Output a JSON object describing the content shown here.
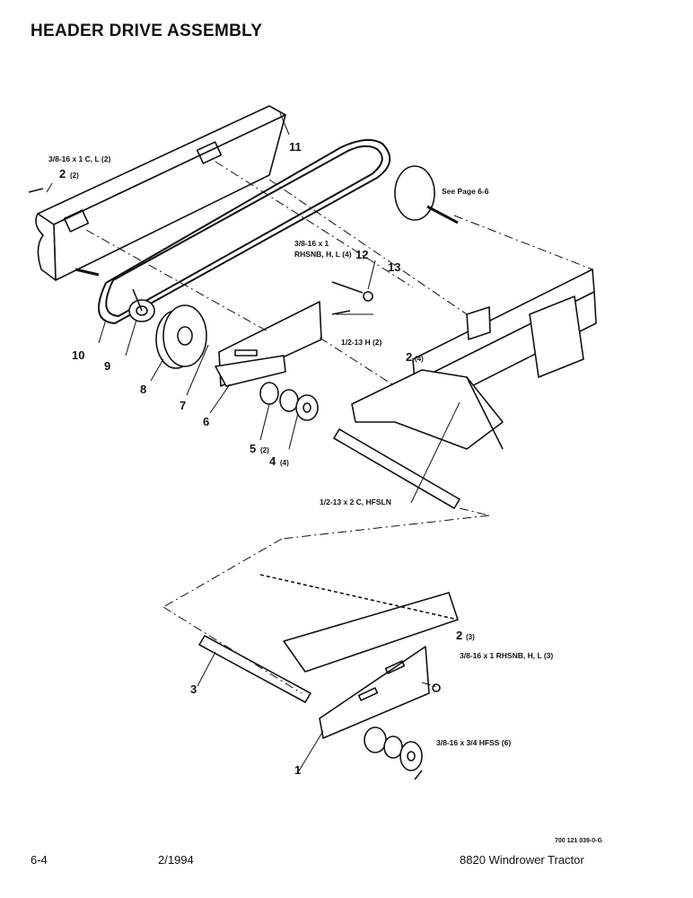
{
  "title": "HEADER DRIVE ASSEMBLY",
  "callouts": {
    "c1": "1",
    "c2a": "2",
    "c2a_q": "(2)",
    "c2b": "2",
    "c2b_q": "(4)",
    "c2c": "2",
    "c2c_q": "(3)",
    "c3": "3",
    "c4": "4",
    "c4_q": "(4)",
    "c5": "5",
    "c5_q": "(2)",
    "c6": "6",
    "c7": "7",
    "c8": "8",
    "c9": "9",
    "c10": "10",
    "c11": "11",
    "c12": "12",
    "c13": "13"
  },
  "specs": {
    "s1": "3/8-16 x 1 C, L (2)",
    "s2_line1": "3/8-16 x 1",
    "s2_line2": "RHSNB, H, L (4)",
    "s3": "1/2-13 H (2)",
    "s4": "1/2-13  x 2 C, HFSLN",
    "s5": "3/8-16 x 1 RHSNB, H, L (3)",
    "s6": "3/8-16 x 3/4 HFSS (6)",
    "see_page": "See Page 6-6"
  },
  "footer": {
    "page": "6-4",
    "date": "2/1994",
    "product": "8820 Windrower Tractor",
    "drawing_no": "700 121 039-0-G"
  }
}
